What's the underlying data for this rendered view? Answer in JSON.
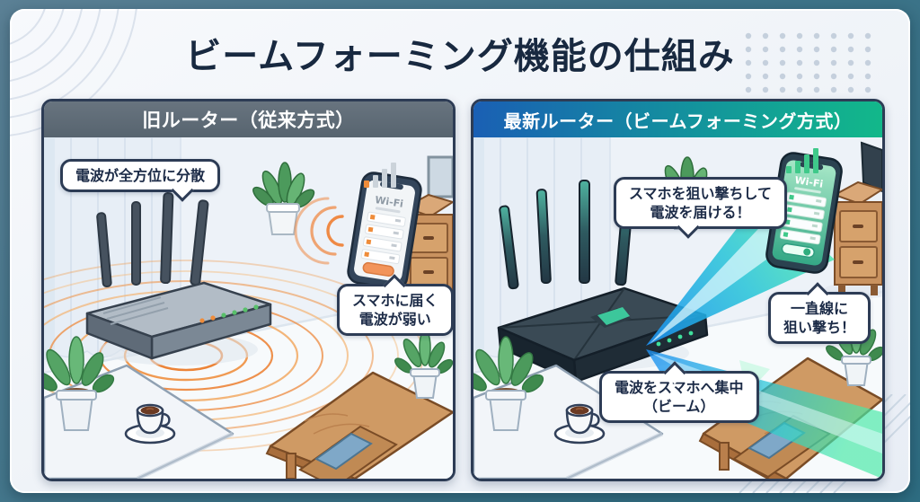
{
  "title": "ビームフォーミング機能の仕組み",
  "panel_old": {
    "header": "旧ルーター（従来方式）",
    "bubble_disperse": "電波が全方位に分散",
    "bubble_weak": {
      "line1": "スマホに届く",
      "line2": "電波が弱い"
    },
    "phone_screen_title": "Wi-Fi"
  },
  "panel_new": {
    "header": "最新ルーター（ビームフォーミング方式）",
    "bubble_target": {
      "line1": "スマホを狙い撃ちして",
      "line2": "電波を届ける！"
    },
    "bubble_straight": {
      "line1": "一直線に",
      "line2": "狙い撃ち！"
    },
    "bubble_focus": {
      "line1": "電波をスマホへ集中",
      "line2": "（ビーム）"
    },
    "phone_screen_title": "Wi-Fi"
  },
  "colors": {
    "frame_bg": "#40758a",
    "card_bg": "#f2f5f9",
    "title_text": "#182940",
    "old_header_bg": "#5e6b77",
    "new_header_blue": "#1a5fb4",
    "new_header_green": "#12b88a",
    "bubble_border": "#2d3c55",
    "wave_orange": "#ee8f44",
    "beam_blue": "#1e8ff2",
    "beam_green": "#46e9a6",
    "signal_weak": "#ef8c3a",
    "signal_strong": "#3fc98a"
  }
}
